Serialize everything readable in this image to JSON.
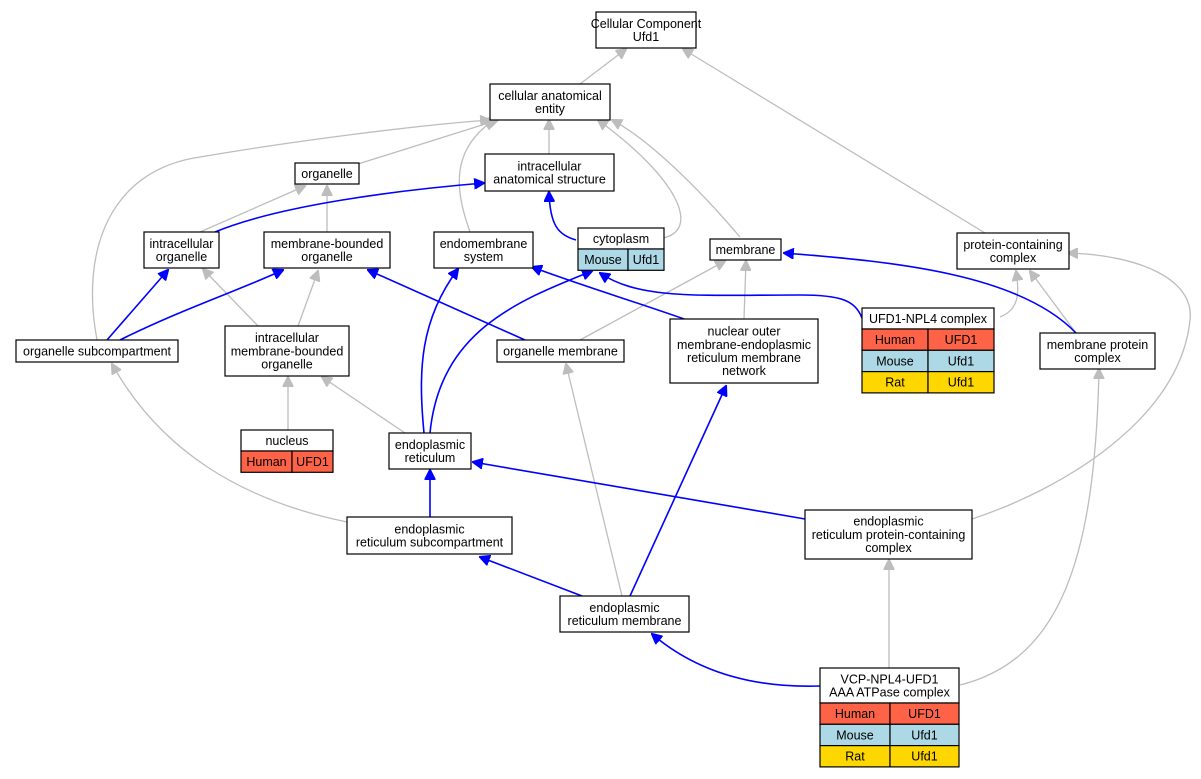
{
  "colors": {
    "human": "#ff6347",
    "mouse": "#add8e6",
    "rat": "#ffd700",
    "gray_edge": "#bdbdbd",
    "blue_edge": "#0000ff"
  },
  "nodes": {
    "root": {
      "lines": [
        "Cellular Component",
        "Ufd1"
      ]
    },
    "cae": {
      "lines": [
        "cellular anatomical",
        "entity"
      ]
    },
    "organelle": {
      "lines": [
        "organelle"
      ]
    },
    "ias": {
      "lines": [
        "intracellular",
        "anatomical structure"
      ]
    },
    "intracellular_organelle": {
      "lines": [
        "intracellular",
        "organelle"
      ]
    },
    "membrane_bounded_organelle": {
      "lines": [
        "membrane-bounded",
        "organelle"
      ]
    },
    "endomembrane_system": {
      "lines": [
        "endomembrane",
        "system"
      ]
    },
    "cytoplasm": {
      "lines": [
        "cytoplasm"
      ],
      "rows": [
        [
          "Mouse",
          "Ufd1"
        ]
      ]
    },
    "membrane": {
      "lines": [
        "membrane"
      ]
    },
    "protein_containing_complex": {
      "lines": [
        "protein-containing",
        "complex"
      ]
    },
    "organelle_subcompartment": {
      "lines": [
        "organelle subcompartment"
      ]
    },
    "imbo": {
      "lines": [
        "intracellular",
        "membrane-bounded",
        "organelle"
      ]
    },
    "organelle_membrane": {
      "lines": [
        "organelle membrane"
      ]
    },
    "nuclear_outer": {
      "lines": [
        "nuclear outer",
        "membrane-endoplasmic",
        "reticulum membrane",
        "network"
      ]
    },
    "ufd1_npl4": {
      "lines": [
        "UFD1-NPL4 complex"
      ],
      "rows": [
        [
          "Human",
          "UFD1"
        ],
        [
          "Mouse",
          "Ufd1"
        ],
        [
          "Rat",
          "Ufd1"
        ]
      ]
    },
    "membrane_protein_complex": {
      "lines": [
        "membrane protein",
        "complex"
      ]
    },
    "nucleus": {
      "lines": [
        "nucleus"
      ],
      "rows": [
        [
          "Human",
          "UFD1"
        ]
      ]
    },
    "er": {
      "lines": [
        "endoplasmic",
        "reticulum"
      ]
    },
    "er_subcompartment": {
      "lines": [
        "endoplasmic",
        "reticulum subcompartment"
      ]
    },
    "er_pcc": {
      "lines": [
        "endoplasmic",
        "reticulum protein-containing",
        "complex"
      ]
    },
    "er_membrane": {
      "lines": [
        "endoplasmic",
        "reticulum membrane"
      ]
    },
    "vcp": {
      "lines": [
        "VCP-NPL4-UFD1",
        "AAA ATPase complex"
      ],
      "rows": [
        [
          "Human",
          "UFD1"
        ],
        [
          "Mouse",
          "Ufd1"
        ],
        [
          "Rat",
          "Ufd1"
        ]
      ]
    }
  }
}
